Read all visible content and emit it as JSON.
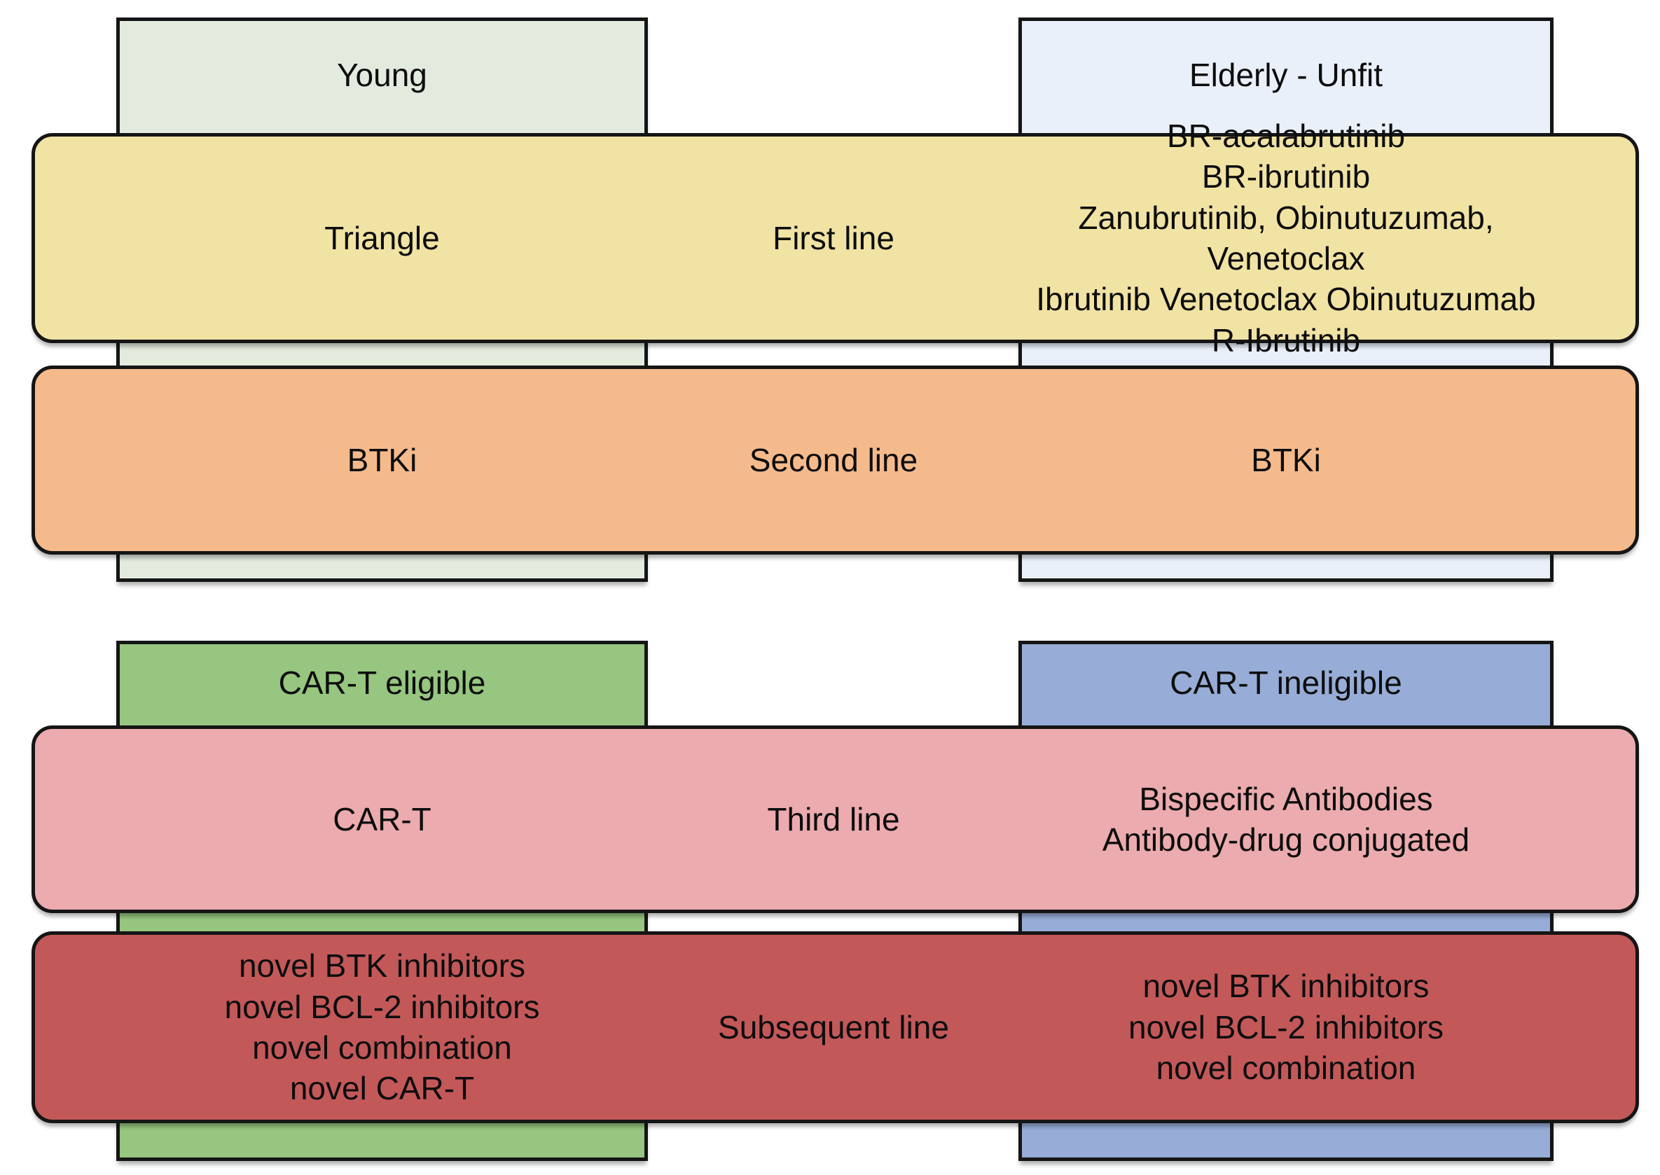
{
  "colors": {
    "page_bg": "#ffffff",
    "outline": "#151515",
    "young_fill": "#e3ebdf",
    "elderly_fill": "#e9f0fa",
    "cart_eligible_fill": "#96c67f",
    "cart_ineligible_fill": "#97acd6",
    "first_line_fill": "#f1e3a4",
    "second_line_fill": "#f5ba8c",
    "third_line_fill": "#ecabae",
    "subsequent_line_fill": "#c35859"
  },
  "columns": {
    "young": {
      "label": "Young"
    },
    "elderly_unfit": {
      "label": "Elderly - Unfit"
    },
    "cart_eligible": {
      "label": "CAR-T eligible"
    },
    "cart_ineligible": {
      "label": "CAR-T ineligible"
    }
  },
  "bands": {
    "first_line": {
      "label": "First line",
      "young_option": "Triangle",
      "elderly_options": "BR-acalabrutinib\nBR-ibrutinib\nZanubrutinib, Obinutuzumab, Venetoclax\nIbrutinib Venetoclax Obinutuzumab\nR-Ibrutinib"
    },
    "second_line": {
      "label": "Second line",
      "young_option": "BTKi",
      "elderly_options": "BTKi"
    },
    "third_line": {
      "label": "Third line",
      "cart_eligible_option": "CAR-T",
      "cart_ineligible_options": "Bispecific Antibodies\nAntibody-drug conjugated"
    },
    "subsequent_line": {
      "label": "Subsequent line",
      "cart_eligible_options": "novel BTK inhibitors\nnovel BCL-2 inhibitors\nnovel combination\nnovel CAR-T",
      "cart_ineligible_options": "novel BTK inhibitors\nnovel BCL-2 inhibitors\nnovel combination"
    }
  }
}
